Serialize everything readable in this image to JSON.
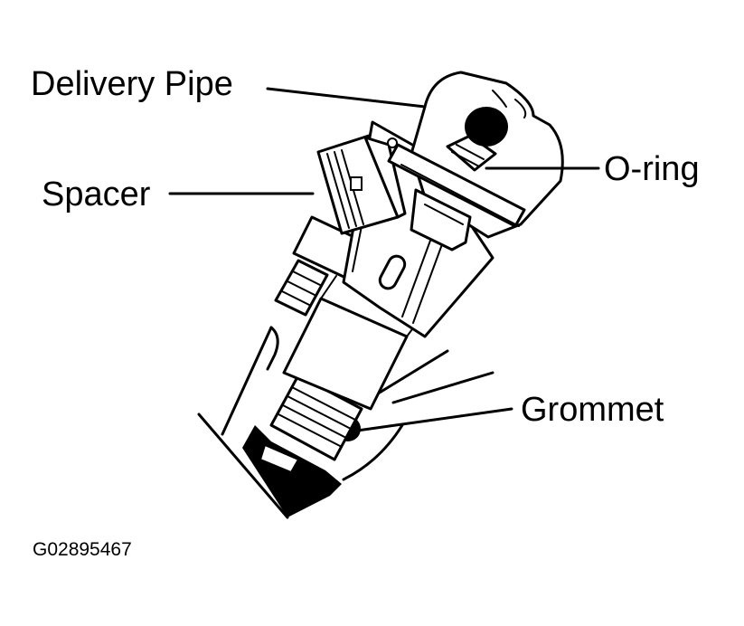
{
  "labels": {
    "delivery_pipe": "Delivery Pipe",
    "spacer": "Spacer",
    "o_ring": "O-ring",
    "grommet": "Grommet"
  },
  "figure_code": "G02895467",
  "colors": {
    "ink": "#000000",
    "background": "#ffffff"
  }
}
